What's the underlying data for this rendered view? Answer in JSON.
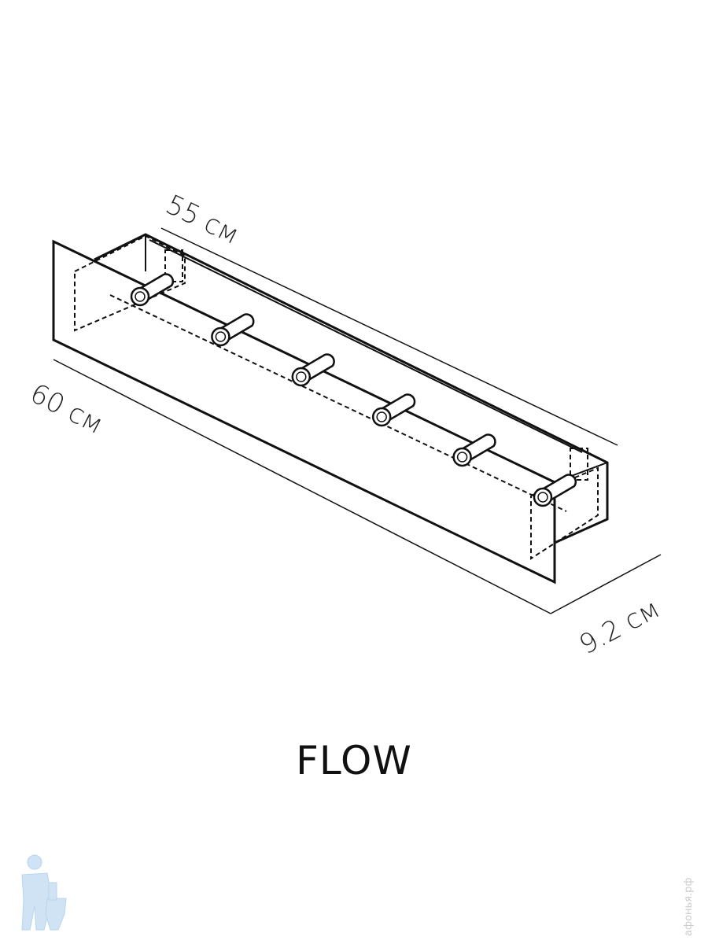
{
  "product_name": "FLOW",
  "dimensions": {
    "depth_back": "55 см",
    "length": "60 см",
    "height": "9.2 см"
  },
  "watermark": "афонья.рф",
  "hook_count": 6,
  "colors": {
    "line": "#111111",
    "logo": "#cfe3f5",
    "watermark": "#cccccc"
  }
}
